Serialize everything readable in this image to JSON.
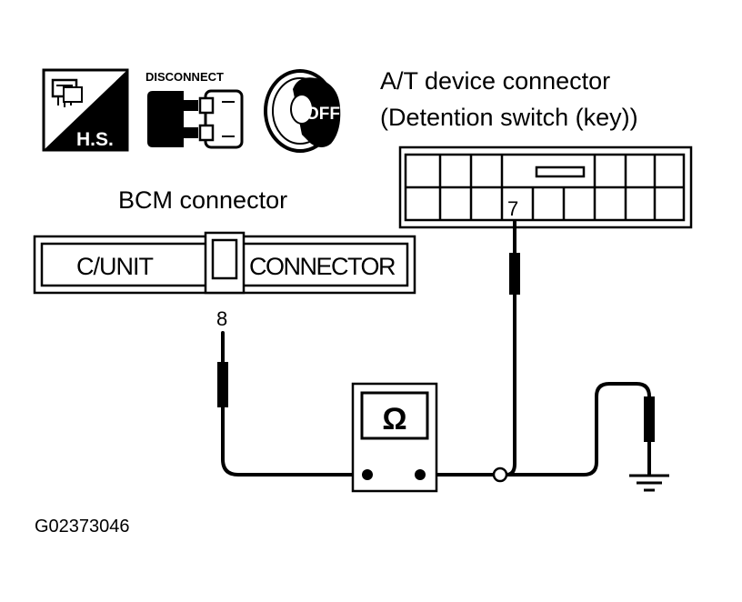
{
  "icons": {
    "hs_label": "H.S.",
    "disconnect_label": "DISCONNECT",
    "off_label": "OFF"
  },
  "at_connector": {
    "title_line1": "A/T device connector",
    "title_line2": "(Detention switch (key))",
    "terminal": "7"
  },
  "bcm_connector": {
    "title": "BCM connector",
    "left_label": "C/UNIT",
    "right_label": "CONNECTOR",
    "terminal": "8"
  },
  "ohmmeter": {
    "symbol": "Ω"
  },
  "figure_code": "G02373046"
}
